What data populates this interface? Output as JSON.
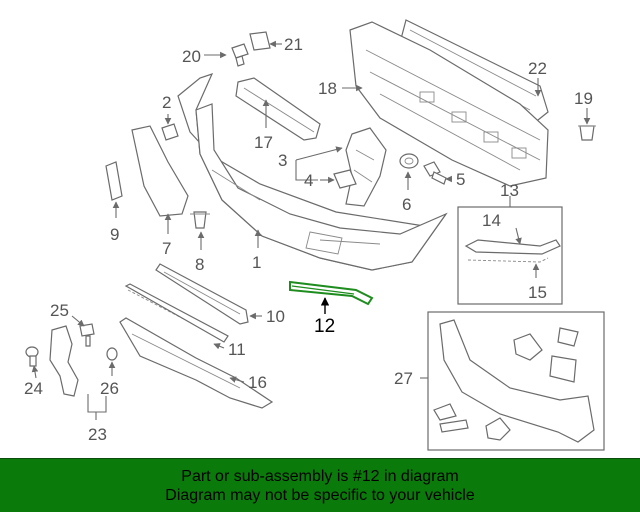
{
  "diagram": {
    "callouts": {
      "c1": "1",
      "c2": "2",
      "c3": "3",
      "c4": "4",
      "c5": "5",
      "c6": "6",
      "c7": "7",
      "c8": "8",
      "c9": "9",
      "c10": "10",
      "c11": "11",
      "c12": "12",
      "c13": "13",
      "c14": "14",
      "c15": "15",
      "c16": "16",
      "c17": "17",
      "c18": "18",
      "c19": "19",
      "c20": "20",
      "c21": "21",
      "c22": "22",
      "c23": "23",
      "c24": "24",
      "c25": "25",
      "c26": "26",
      "c27": "27"
    },
    "highlighted_part": "12",
    "highlight_color": "#1e8c1e"
  },
  "banner": {
    "line1": "Part or sub-assembly is #12 in diagram",
    "line2": "Diagram may not be specific to your vehicle",
    "background_color": "#0a7a0a"
  }
}
